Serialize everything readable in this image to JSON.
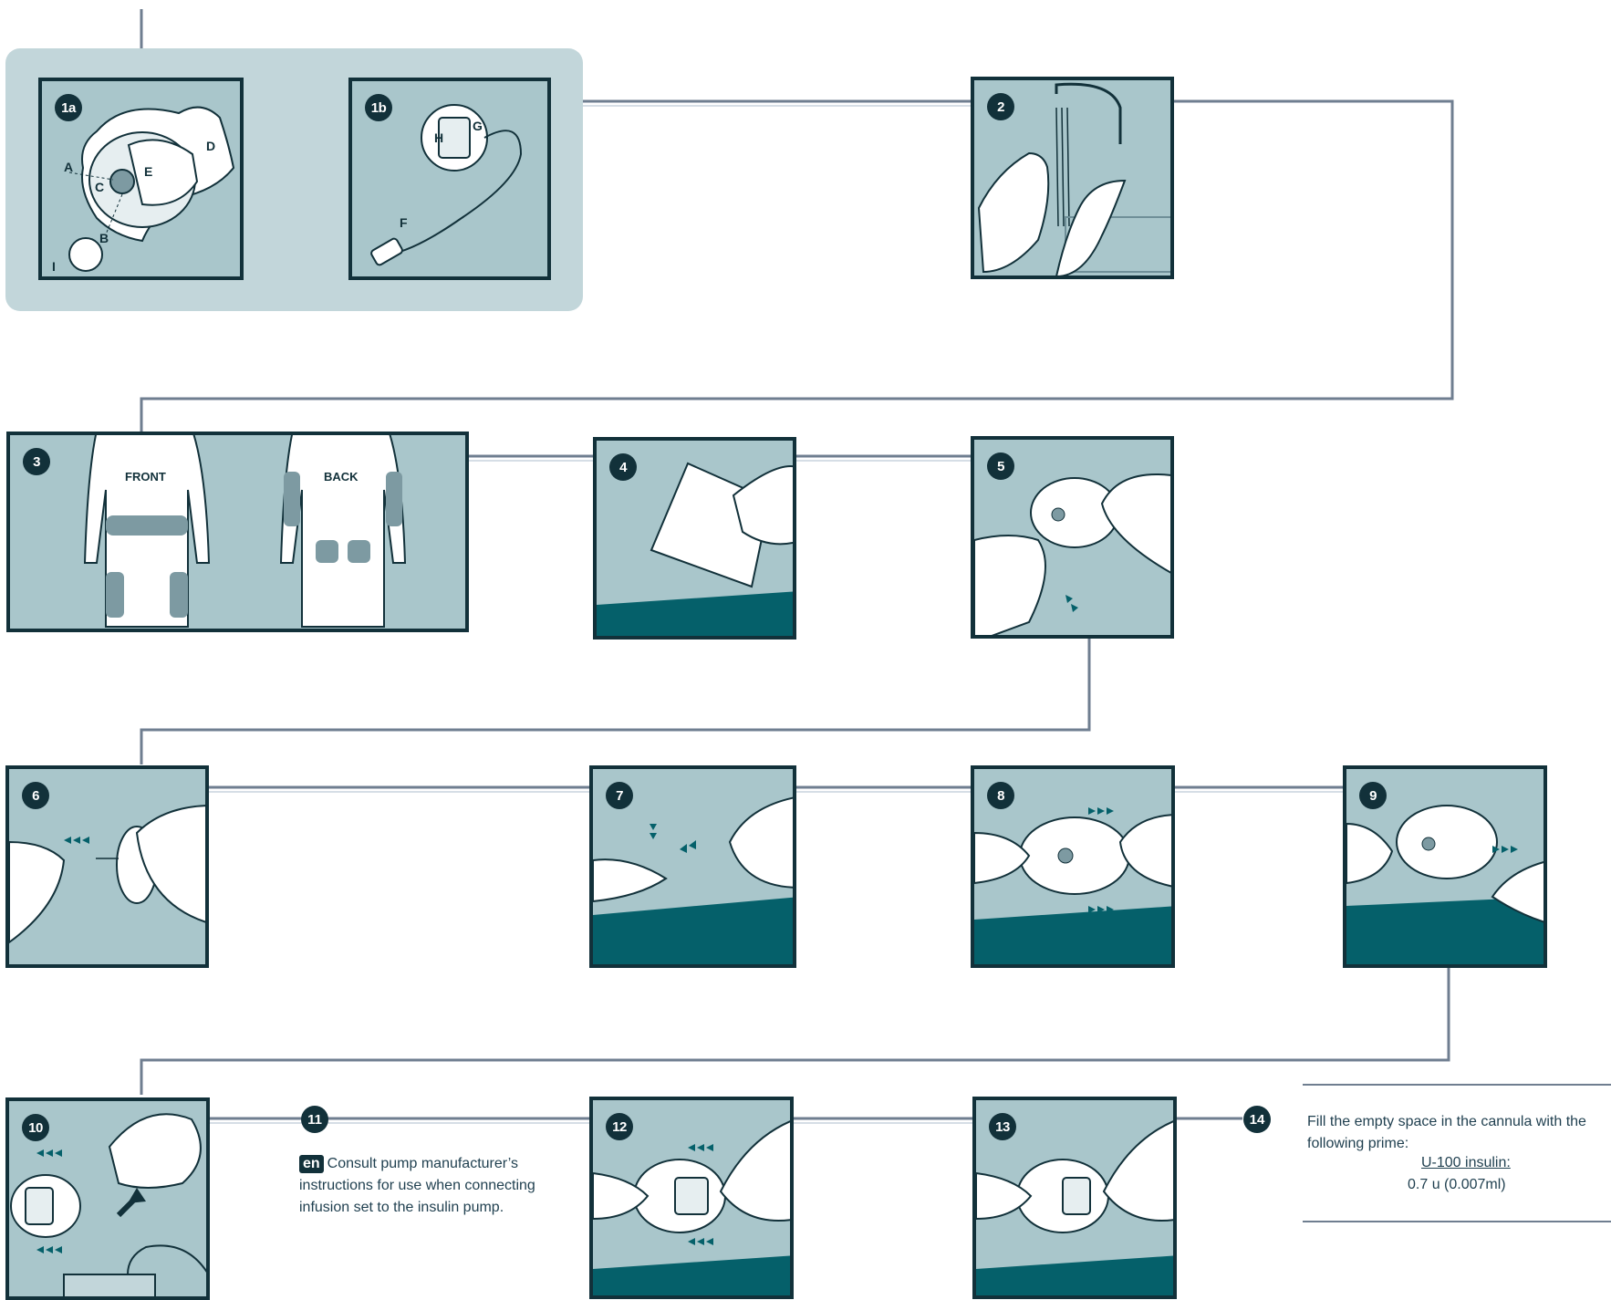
{
  "steps": {
    "s1a": "1a",
    "s1b": "1b",
    "s2": "2",
    "s3": "3",
    "s4": "4",
    "s5": "5",
    "s6": "6",
    "s7": "7",
    "s8": "8",
    "s9": "9",
    "s10": "10",
    "s11": "11",
    "s12": "12",
    "s13": "13",
    "s14": "14"
  },
  "parts": {
    "a": "A",
    "b": "B",
    "c": "C",
    "d": "D",
    "e": "E",
    "f": "F",
    "g": "G",
    "h": "H",
    "i": "I"
  },
  "body_map": {
    "front": "FRONT",
    "back": "BACK"
  },
  "note": {
    "lang": "en",
    "text": "Consult pump manufacturer’s instructions for use when connecting infusion set to the insulin pump."
  },
  "prime": {
    "intro": "Fill the empty space in the cannula with the following prime:",
    "insulin": "U-100 insulin:",
    "dose": "0.7 u (0.007ml)"
  },
  "colors": {
    "panel": "#a9c6cb",
    "dark": "#12313a",
    "ground": "#05606a",
    "connector": "#6f7e90",
    "group": "#c2d6da"
  }
}
